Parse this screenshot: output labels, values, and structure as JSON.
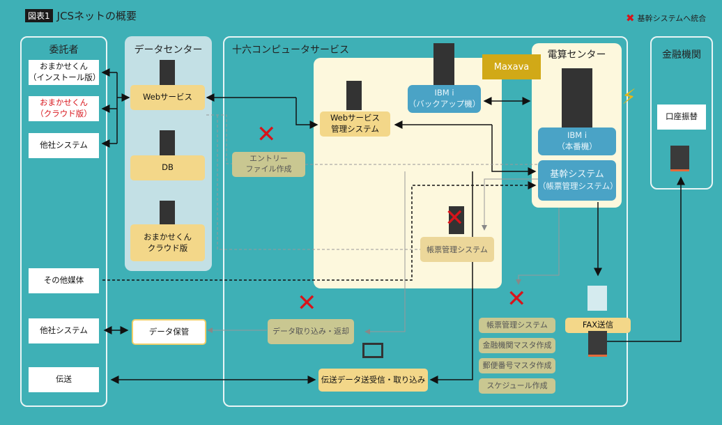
{
  "header": {
    "figure_label": "図表1",
    "title": "JCSネットの概要"
  },
  "legend": {
    "icon": "red-x-icon",
    "label": "基幹システムへ統合",
    "color": "#d8141b"
  },
  "colors": {
    "background": "#3eb0b6",
    "accent_red": "#d8141b",
    "yellow_box": "#f3d789",
    "blue_box": "#4aa3c6",
    "cream_area": "#fdf8dd",
    "maxava": "#d1a917"
  },
  "consignor": {
    "title": "委託者",
    "items": [
      {
        "line1": "おまかせくん",
        "line2": "（インストール版）"
      },
      {
        "line1": "おまかせくん",
        "line2": "（クラウド版）"
      },
      {
        "line1": "他社システム"
      },
      {
        "line1": "その他媒体"
      },
      {
        "line1": "他社システム"
      },
      {
        "line1": "伝送"
      }
    ]
  },
  "datacenter": {
    "title": "データセンター",
    "items": [
      {
        "label": "Webサービス"
      },
      {
        "label": "DB"
      },
      {
        "line1": "おまかせくん",
        "line2": "クラウド版"
      }
    ]
  },
  "jcs": {
    "title": "十六コンピュータサービス",
    "web_mgmt": {
      "line1": "Webサービス",
      "line2": "管理システム"
    },
    "ibm_backup": {
      "line1": "IBM i",
      "line2": "（バックアップ機）"
    },
    "maxava": "Maxava",
    "entry_file": {
      "line1": "エントリー",
      "line2": "ファイル作成"
    },
    "report_mgmt_inner": "帳票管理システム",
    "data_import_return": "データ取り込み・返却",
    "data_storage": "データ保管",
    "transmission": "伝送データ送受信・取り込み",
    "batch_tasks": [
      "帳票管理システム",
      "金融機関マスタ作成",
      "郵便番号マスタ作成",
      "スケジュール作成"
    ],
    "fax": "FAX送信"
  },
  "computing_center": {
    "title": "電算センター",
    "ibm_main": {
      "line1": "IBM i",
      "line2": "（本番機）"
    },
    "core_system": {
      "line1": "基幹システム",
      "line2": "（帳票管理システム）"
    }
  },
  "financial": {
    "title": "金融機関",
    "account_transfer": "口座振替"
  }
}
